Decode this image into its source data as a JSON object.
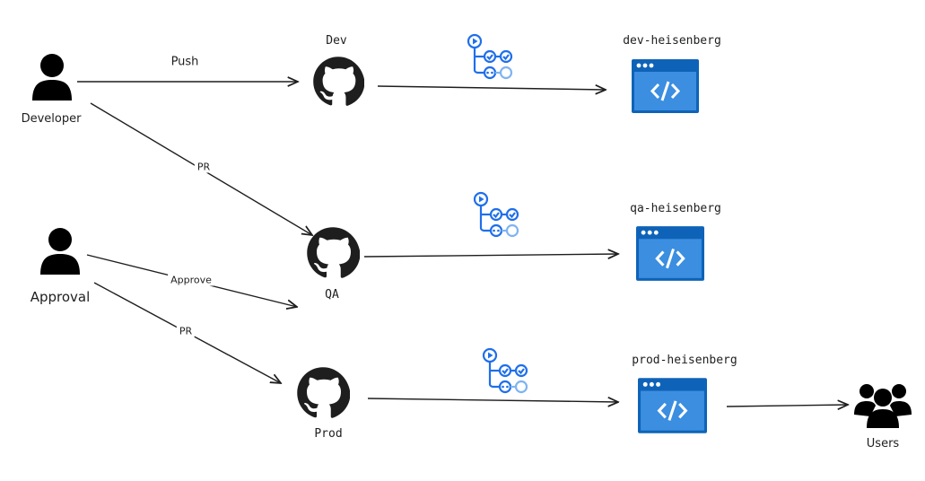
{
  "actors": {
    "developer": {
      "label": "Developer"
    },
    "approval": {
      "label": "Approval"
    },
    "users": {
      "label": "Users"
    }
  },
  "repos": {
    "dev": {
      "label": "Dev",
      "icon": "github-icon"
    },
    "qa": {
      "label": "QA",
      "icon": "github-icon"
    },
    "prod": {
      "label": "Prod",
      "icon": "github-icon"
    }
  },
  "environments": {
    "dev": {
      "label": "dev-heisenberg",
      "icon": "web-app-icon"
    },
    "qa": {
      "label": "qa-heisenberg",
      "icon": "web-app-icon"
    },
    "prod": {
      "label": "prod-heisenberg",
      "icon": "web-app-icon"
    }
  },
  "pipelines": {
    "icon": "github-actions-icon"
  },
  "edges": {
    "push": "Push",
    "pr_dev": "PR",
    "approve": "Approve",
    "pr_prod": "PR"
  },
  "colors": {
    "stroke": "#1e1e1e",
    "azure_dark": "#0e63b8",
    "azure_light": "#3b8ee0",
    "actions_blue": "#1f6feb",
    "actions_light": "#7fb4f0"
  }
}
